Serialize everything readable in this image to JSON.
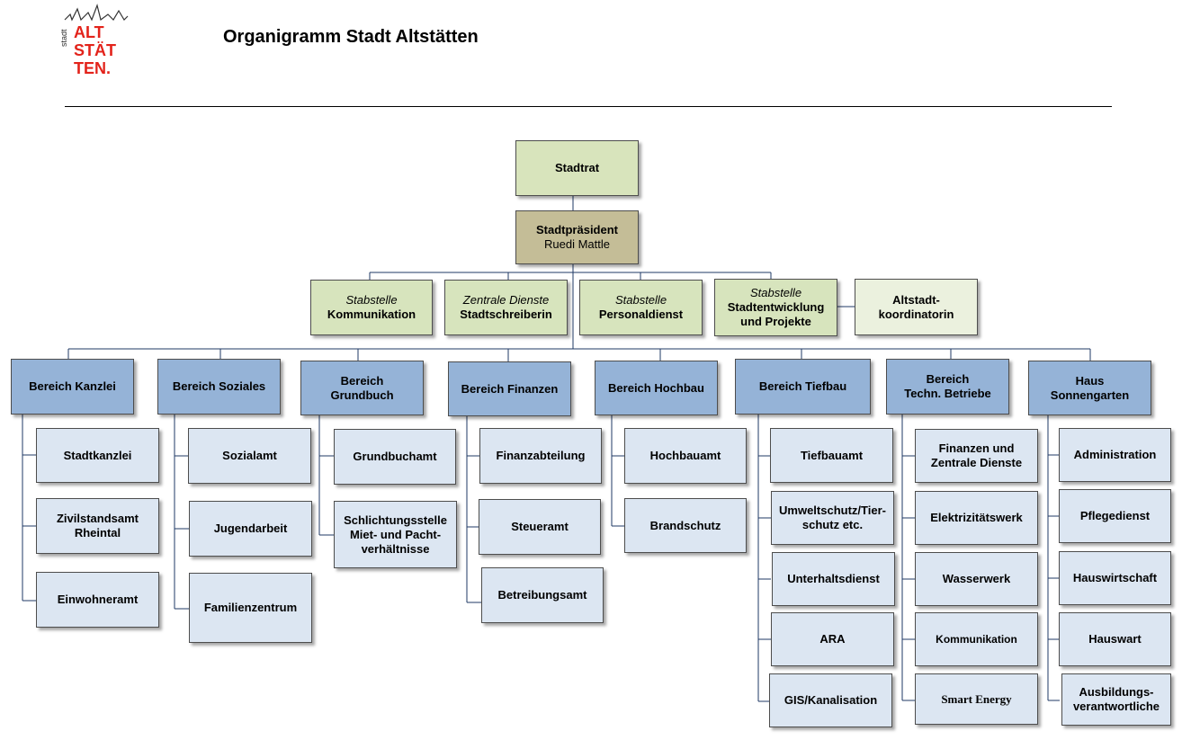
{
  "logo": {
    "small": "stadt",
    "lines": [
      "ALT",
      "STÄT",
      "TEN."
    ],
    "colors": {
      "red": "#e3231b",
      "yellow": "#f2b705"
    }
  },
  "title": "Organigramm Stadt Altstätten",
  "top": {
    "stadtrat": "Stadtrat",
    "praesident_title": "Stadtpräsident",
    "praesident_name": "Ruedi Mattle"
  },
  "staff": [
    {
      "line1": "Stabstelle",
      "line2": "Kommunikation"
    },
    {
      "line1": "Zentrale Dienste",
      "line2": "Stadtschreiberin"
    },
    {
      "line1": "Stabstelle",
      "line2": "Personaldienst"
    },
    {
      "line1": "Stabstelle",
      "line2": "Stadtentwicklung",
      "line3": "und Projekte"
    },
    {
      "line1": "Altstadt-",
      "line2": "koordinatorin"
    }
  ],
  "departments": [
    {
      "name": "Bereich Kanzlei",
      "units": [
        "Stadtkanzlei",
        "Zivilstandsamt Rheintal",
        "Einwohneramt"
      ]
    },
    {
      "name": "Bereich Soziales",
      "units": [
        "Sozialamt",
        "Jugendarbeit",
        "Familienzentrum"
      ]
    },
    {
      "name": "Bereich Grundbuch",
      "units": [
        "Grundbuchamt",
        "Schlichtungsstelle Miet- und Pacht-verhältnisse"
      ]
    },
    {
      "name": "Bereich Finanzen",
      "units": [
        "Finanzabteilung",
        "Steueramt",
        "Betreibungsamt"
      ]
    },
    {
      "name": "Bereich Hochbau",
      "units": [
        "Hochbauamt",
        "Brandschutz"
      ]
    },
    {
      "name": "Bereich Tiefbau",
      "units": [
        "Tiefbauamt",
        "Umweltschutz/Tier-schutz etc.",
        "Unterhaltsdienst",
        "ARA",
        "GIS/Kanalisation"
      ]
    },
    {
      "name": "Bereich Techn. Betriebe",
      "units": [
        "Finanzen und Zentrale Dienste",
        "Elektrizitätswerk",
        "Wasserwerk",
        "Kommunikation",
        "Smart Energy"
      ]
    },
    {
      "name": "Haus Sonnengarten",
      "units": [
        "Administration",
        "Pflegedienst",
        "Hauswirtschaft",
        "Hauswart",
        "Ausbildungs-verantwortliche"
      ]
    }
  ],
  "dept_labels": {
    "grundbuch": [
      "Bereich",
      "Grundbuch"
    ],
    "technbetriebe": [
      "Bereich",
      "Techn. Betriebe"
    ],
    "sonnengarten": [
      "Haus",
      "Sonnengarten"
    ]
  },
  "unit_labels": {
    "zivilstand": [
      "Zivilstandsamt",
      "Rheintal"
    ],
    "schlichtung": [
      "Schlichtungsstelle",
      "Miet- und Pacht-",
      "verhältnisse"
    ],
    "umweltschutz": [
      "Umweltschutz/Tier-",
      "schutz etc."
    ],
    "finanzen_zd": [
      "Finanzen und",
      "Zentrale Dienste"
    ],
    "ausbildung": [
      "Ausbildungs-",
      "verantwortliche"
    ]
  },
  "colors": {
    "stadtrat": "#d8e4bc",
    "praesident": "#c4bd97",
    "stabstelle": "#d7e4bd",
    "altstadt": "#ebf1de",
    "department": "#95b3d7",
    "unit": "#dce6f2",
    "lines": "#1f3864"
  }
}
